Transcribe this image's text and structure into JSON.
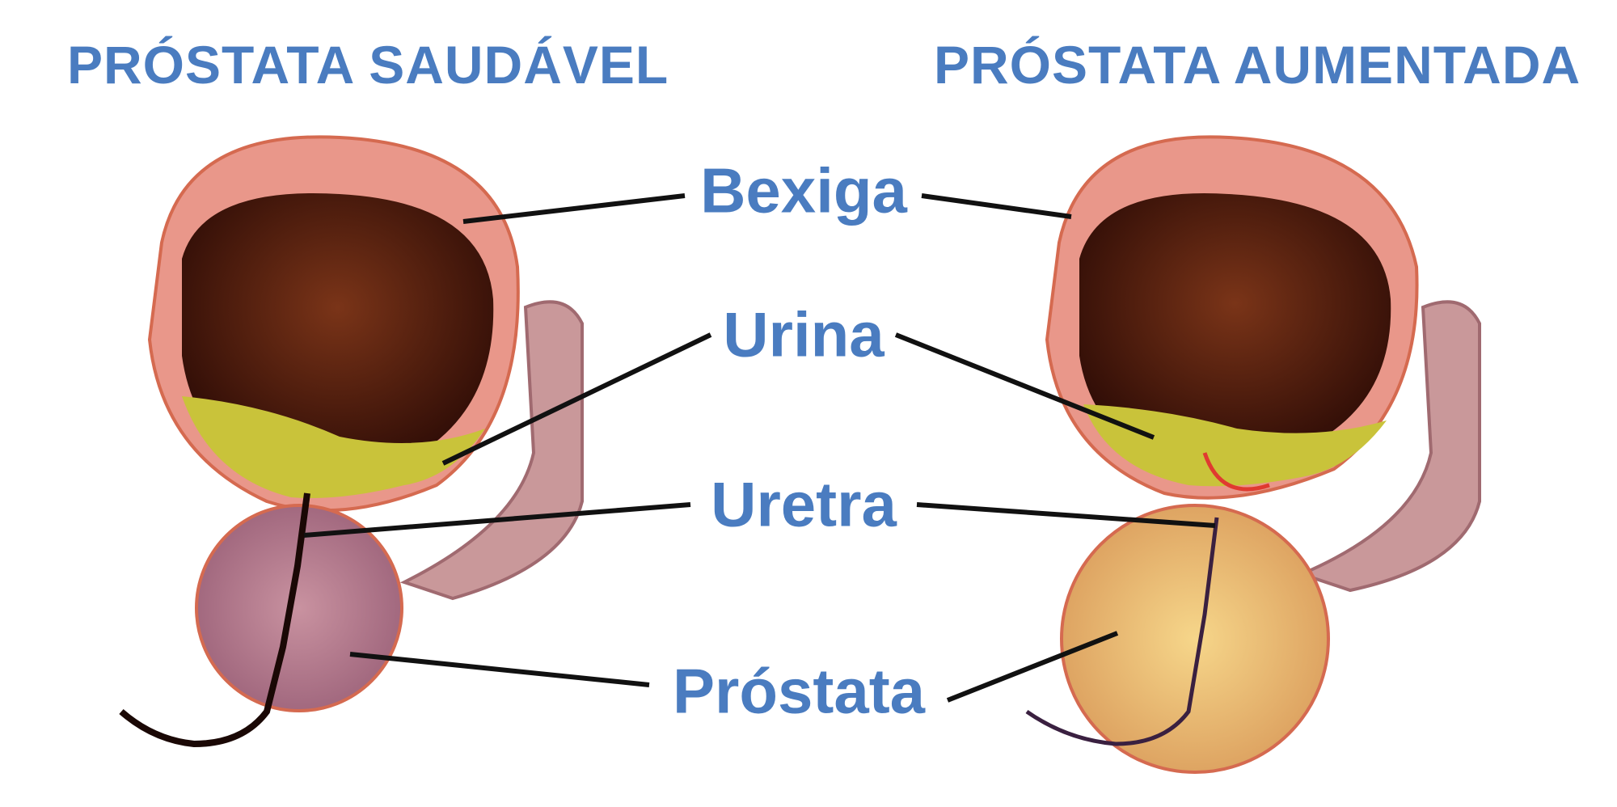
{
  "titles": {
    "healthy": "PRÓSTATA SAUDÁVEL",
    "enlarged": "PRÓSTATA AUMENTADA"
  },
  "labels": {
    "bladder": "Bexiga",
    "urine": "Urina",
    "urethra": "Uretra",
    "prostate": "Próstata"
  },
  "colors": {
    "title": "#4a7cc0",
    "bladder_wall": "#e9978a",
    "urine": "#c9c33a",
    "bladder_inside": "#4a1a0e",
    "prostate_healthy": "#b87a8c",
    "prostate_enlarged": "#f0c070"
  }
}
